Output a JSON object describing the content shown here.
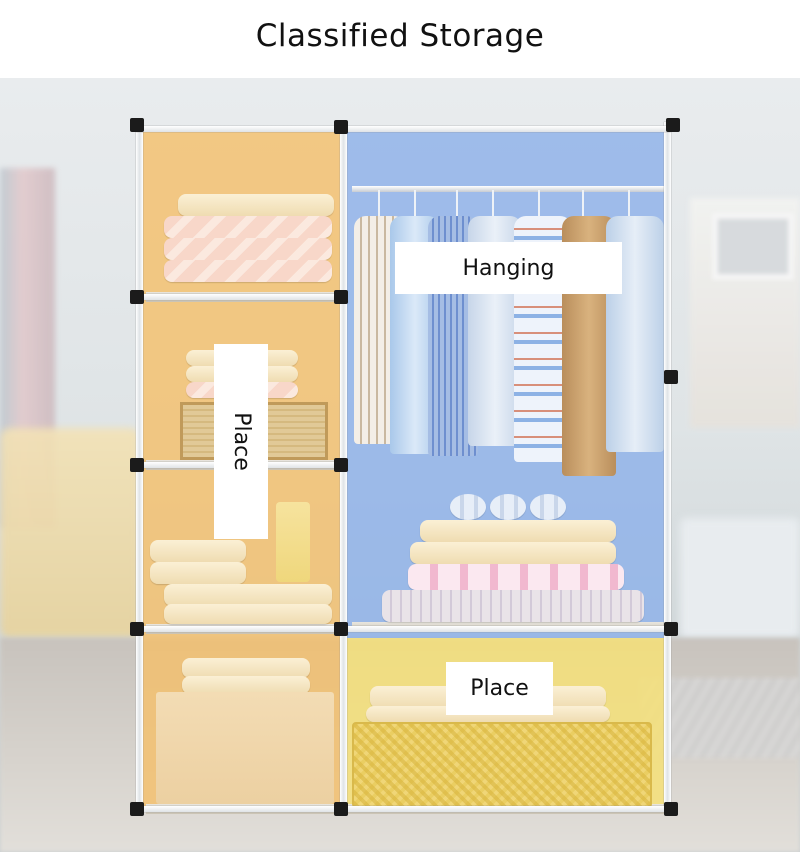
{
  "title": "Classified Storage",
  "labels": {
    "hanging": "Hanging",
    "place_left": "Place",
    "place_bottom": "Place"
  },
  "colors": {
    "left_cabinet": "#f4bf6b",
    "right_upper_cabinet": "#8db1e9",
    "right_lower_cabinet": "#f6e078",
    "frame_joint": "#1b1b1b",
    "label_background": "#ffffff"
  }
}
